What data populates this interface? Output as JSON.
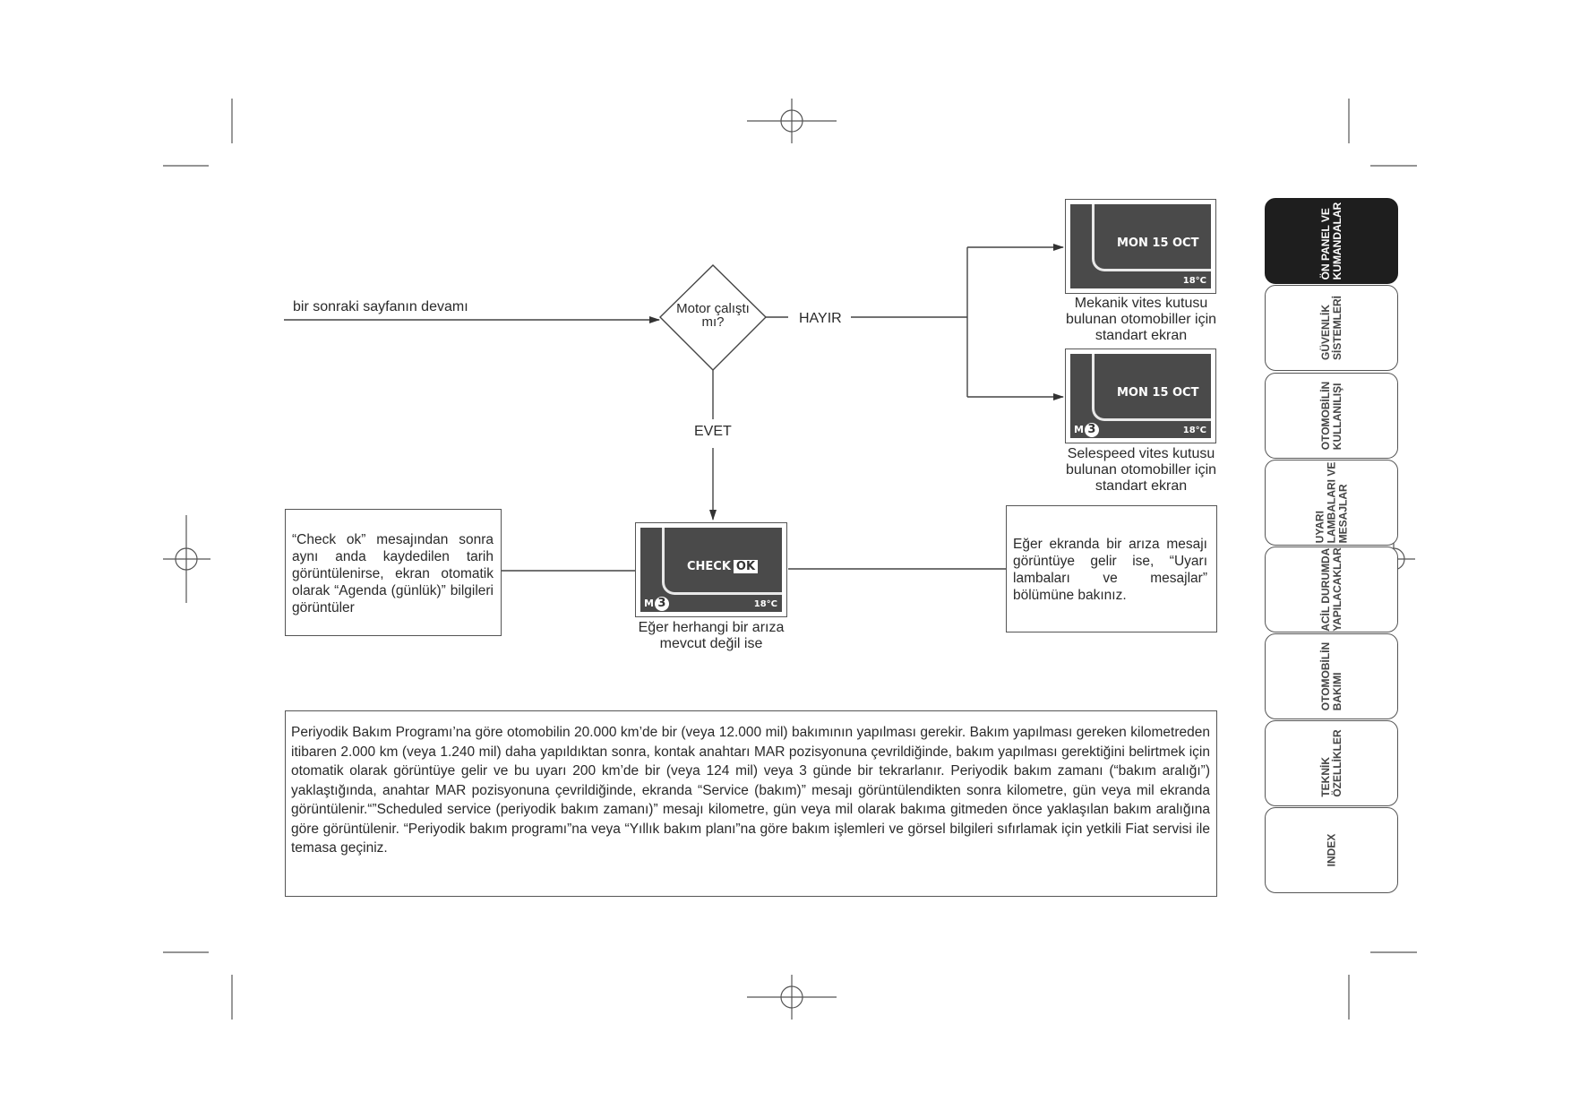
{
  "flow": {
    "continuation": "bir sonraki sayfanın devamı",
    "decision_line1": "Motor çalıştı",
    "decision_line2": "mı?",
    "no_label": "HAYIR",
    "yes_label": "EVET"
  },
  "screens": {
    "manual": {
      "date": "MON 15 OCT",
      "temp": "18°C",
      "caption": [
        "Mekanik vites kutusu",
        "bulunan otomobiller için",
        "standart ekran"
      ]
    },
    "selespeed": {
      "date": "MON 15 OCT",
      "temp": "18°C",
      "gear_letter": "M",
      "gear_number": "3",
      "caption": [
        "Selespeed vites kutusu",
        "bulunan otomobiller için",
        "standart ekran"
      ]
    },
    "check": {
      "check_text": "CHECK",
      "ok_text": "OK",
      "temp": "18°C",
      "gear_letter": "M",
      "gear_number": "3",
      "caption": [
        "Eğer herhangi bir arıza",
        "mevcut değil ise"
      ]
    }
  },
  "notes": {
    "left": "“Check ok” mesajından sonra aynı anda kaydedilen tarih görüntülenirse, ekran otomatik olarak “Agenda (günlük)” bilgileri görüntüler",
    "right": "Eğer ekranda bir arıza mesajı görüntüye gelir ise, “Uyarı lambaları ve mesajlar” bölümüne bakınız."
  },
  "main_text": "Periyodik Bakım Programı’na göre otomobilin 20.000 km’de bir (veya 12.000 mil) bakımının yapılması gerekir. Bakım yapılması gereken kilometreden itibaren 2.000 km (veya 1.240 mil) daha yapıldıktan sonra, kontak anahtarı MAR pozisyonuna çevrildiğinde, bakım yapılması gerektiğini belirtmek için otomatik olarak görüntüye gelir ve bu uyarı 200 km’de bir (veya 124 mil) veya 3 günde bir tekrarlanır. Periyodik bakım zamanı (“bakım aralığı”) yaklaştığında, anahtar MAR pozisyonuna çevrildiğinde, ekranda “Service (bakım)” mesajı görüntülendikten sonra kilometre, gün veya mil ekranda görüntülenir.“”Scheduled service (periyodik bakım zamanı)” mesajı kilometre, gün veya mil olarak bakıma gitmeden önce yaklaşılan bakım aralığına göre görüntülenir. “Periyodik bakım programı”na veya “Yıllık bakım planı”na göre bakım işlemleri ve görsel bilgileri sıfırlamak için yetkili Fiat servisi ile temasa geçiniz.",
  "tabs": [
    {
      "lines": [
        "ÖN PANEL VE",
        "KUMANDALAR"
      ],
      "active": true
    },
    {
      "lines": [
        "GÜVENLİK",
        "SİSTEMLERİ"
      ],
      "active": false
    },
    {
      "lines": [
        "OTOMOBİLİN",
        "KULLANILIŞI"
      ],
      "active": false
    },
    {
      "lines": [
        "UYARI",
        "LAMBALARI VE",
        "MESAJLAR"
      ],
      "active": false
    },
    {
      "lines": [
        "ACİL DURUMDA",
        "YAPILACAKLAR"
      ],
      "active": false
    },
    {
      "lines": [
        "OTOMOBİLİN",
        "BAKIMI"
      ],
      "active": false
    },
    {
      "lines": [
        "TEKNİK",
        "ÖZELLİKLER"
      ],
      "active": false
    },
    {
      "lines": [
        "INDEX"
      ],
      "active": false
    }
  ],
  "colors": {
    "tab_active": "#1e1e1e",
    "lcd_bg": "#4a4a4a",
    "line": "#555555"
  }
}
